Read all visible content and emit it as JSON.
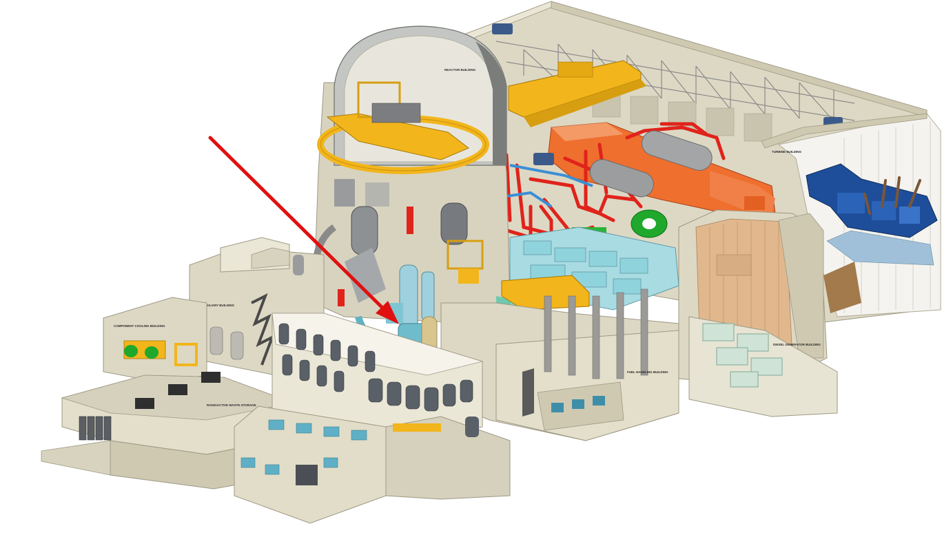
{
  "labels": {
    "reactor_building": "REACTOR BUILDING",
    "turbine_building": "TURBINE BUILDING",
    "auxiliary_building": "AUXILIARY BUILDING",
    "component_cooling_building": "COMPONENT COOLING BUILDING",
    "radioactive_waste_storage": "RADIOACTIVE WASTE STORAGE",
    "fuel_handling_building": "FUEL HANDLING BUILDING",
    "diesel_generator_building": "DIESEL GENERATOR BUILDING"
  },
  "colors": {
    "concrete": "#ddd8c4",
    "concrete_dark": "#b9b39c",
    "concrete_light": "#ebe7d6",
    "crane_yellow": "#f2b51b",
    "steam_red": "#e0231b",
    "turbine_orange": "#ef6f2e",
    "cooling_cyan": "#8fd3dc",
    "generator_blue": "#1e4e9a",
    "arrow_red": "#e01010",
    "dome_grey": "#c4c6c3"
  }
}
